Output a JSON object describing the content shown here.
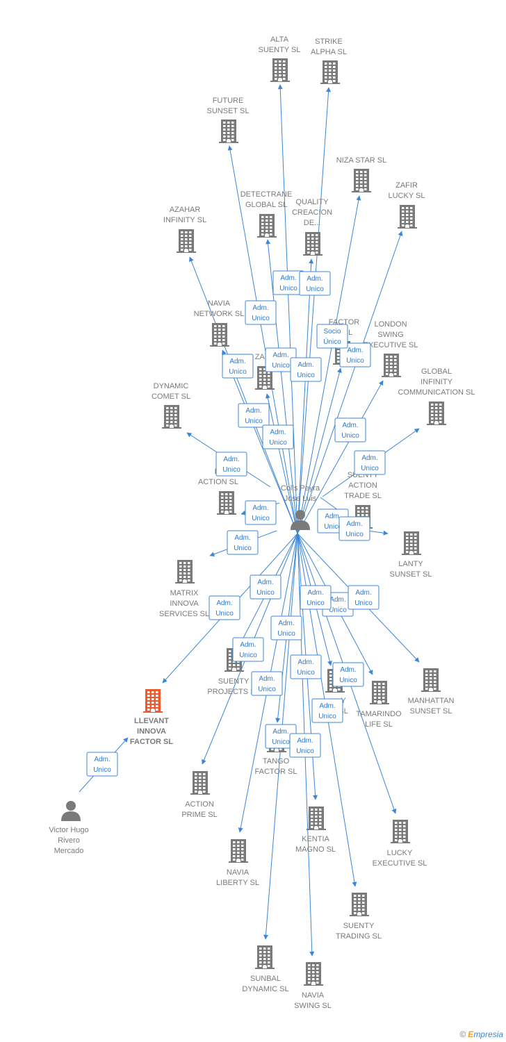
{
  "colors": {
    "edge": "#3b86d8",
    "node": "#7a7a7a",
    "focus": "#f05a2a",
    "role_text": "#2d7ad4"
  },
  "persons": [
    {
      "id": "colls",
      "lines": [
        "Colls Peyra",
        "Jose Luis"
      ]
    },
    {
      "id": "victor",
      "lines": [
        "Victor Hugo",
        "Rivero",
        "Mercado"
      ]
    }
  ],
  "companies": [
    {
      "id": "alta_suenty",
      "lines": [
        "ALTA",
        "SUENTY SL"
      ]
    },
    {
      "id": "strike_alpha",
      "lines": [
        "STRIKE",
        "ALPHA SL"
      ]
    },
    {
      "id": "future_sunset",
      "lines": [
        "FUTURE",
        "SUNSET SL"
      ]
    },
    {
      "id": "niza_star",
      "lines": [
        "NIZA STAR SL"
      ]
    },
    {
      "id": "zafir_lucky",
      "lines": [
        "ZAFIR",
        "LUCKY SL"
      ]
    },
    {
      "id": "detectrane",
      "lines": [
        "DETECTRANE",
        "GLOBAL  SL"
      ]
    },
    {
      "id": "quality",
      "lines": [
        "QUALITY",
        "CREACION",
        "DE..."
      ]
    },
    {
      "id": "azahar",
      "lines": [
        "AZAHAR",
        "INFINITY SL"
      ]
    },
    {
      "id": "navia_network",
      "lines": [
        "NAVIA",
        "NETWORK SL"
      ]
    },
    {
      "id": "factor",
      "lines": [
        "FACTOR",
        "N SL"
      ]
    },
    {
      "id": "london_swing",
      "lines": [
        "LONDON",
        "SWING",
        "EXECUTIVE SL"
      ]
    },
    {
      "id": "niza_za",
      "lines": [
        "NIZA ZA"
      ]
    },
    {
      "id": "dynamic_comet",
      "lines": [
        "DYNAMIC",
        "COMET SL"
      ]
    },
    {
      "id": "global_infinity",
      "lines": [
        "GLOBAL",
        "INFINITY",
        "COMMUNICATION SL"
      ]
    },
    {
      "id": "in_action",
      "lines": [
        "IN",
        "ACTION SL"
      ]
    },
    {
      "id": "suenty_action",
      "lines": [
        "SUENTY",
        "ACTION",
        "TRADE SL"
      ]
    },
    {
      "id": "lanty",
      "lines": [
        "LANTY",
        "SUNSET SL"
      ]
    },
    {
      "id": "matrix",
      "lines": [
        "MATRIX",
        "INNOVA",
        "SERVICES SL"
      ]
    },
    {
      "id": "llevant",
      "lines": [
        "LLEVANT",
        "INNOVA",
        "FACTOR  SL"
      ],
      "focus": true
    },
    {
      "id": "suenty_projects",
      "lines": [
        "SUENTY",
        "PROJECTS SL"
      ]
    },
    {
      "id": "y_sl",
      "lines": [
        "Y",
        "SL"
      ]
    },
    {
      "id": "tamarindo",
      "lines": [
        "TAMARINDO",
        "LIFE SL"
      ]
    },
    {
      "id": "manhattan",
      "lines": [
        "MANHATTAN",
        "SUNSET SL"
      ]
    },
    {
      "id": "tango",
      "lines": [
        "TANGO",
        "FACTOR SL"
      ]
    },
    {
      "id": "action_prime",
      "lines": [
        "ACTION",
        "PRIME SL"
      ]
    },
    {
      "id": "kentia",
      "lines": [
        "KENTIA",
        "MAGNO SL"
      ]
    },
    {
      "id": "lucky_exec",
      "lines": [
        "LUCKY",
        "EXECUTIVE SL"
      ]
    },
    {
      "id": "navia_liberty",
      "lines": [
        "NAVIA",
        "LIBERTY SL"
      ]
    },
    {
      "id": "suenty_trading",
      "lines": [
        "SUENTY",
        "TRADING SL"
      ]
    },
    {
      "id": "sunbal",
      "lines": [
        "SUNBAL",
        "DYNAMIC SL"
      ]
    },
    {
      "id": "navia_swing",
      "lines": [
        "NAVIA",
        "SWING SL"
      ]
    }
  ],
  "relations": [
    {
      "from": "colls",
      "to": "alta_suenty",
      "role": [
        "Adm.",
        "Unico"
      ]
    },
    {
      "from": "colls",
      "to": "strike_alpha",
      "role": [
        "Adm.",
        "Unico"
      ]
    },
    {
      "from": "colls",
      "to": "future_sunset",
      "role": [
        "Adm.",
        "Unico"
      ]
    },
    {
      "from": "colls",
      "to": "niza_star",
      "role": [
        "Adm.",
        "Unico"
      ]
    },
    {
      "from": "colls",
      "to": "zafir_lucky",
      "role": [
        "Adm.",
        "Unico"
      ]
    },
    {
      "from": "colls",
      "to": "detectrane",
      "role": [
        "Adm.",
        "Unico"
      ]
    },
    {
      "from": "colls",
      "to": "quality",
      "role": [
        "Adm.",
        "Unico"
      ]
    },
    {
      "from": "colls",
      "to": "azahar",
      "role": [
        "Adm.",
        "Unico"
      ]
    },
    {
      "from": "colls",
      "to": "navia_network",
      "role": [
        "Adm.",
        "Unico"
      ]
    },
    {
      "from": "colls",
      "to": "factor",
      "role": [
        "Socio",
        "Único"
      ]
    },
    {
      "from": "colls",
      "to": "london_swing",
      "role": [
        "Adm.",
        "Unico"
      ]
    },
    {
      "from": "colls",
      "to": "niza_za",
      "role": [
        "Adm.",
        "Unico"
      ]
    },
    {
      "from": "colls",
      "to": "dynamic_comet",
      "role": [
        "Adm.",
        "Unico"
      ]
    },
    {
      "from": "colls",
      "to": "global_infinity",
      "role": [
        "Adm.",
        "Unico"
      ]
    },
    {
      "from": "colls",
      "to": "in_action",
      "role": [
        "Adm.",
        "Unico"
      ]
    },
    {
      "from": "colls",
      "to": "suenty_action",
      "role": [
        "Adm.",
        "Unico"
      ]
    },
    {
      "from": "colls",
      "to": "lanty",
      "role": [
        "Adm.",
        "Unico"
      ]
    },
    {
      "from": "colls",
      "to": "matrix",
      "role": [
        "Adm.",
        "Unico"
      ]
    },
    {
      "from": "colls",
      "to": "llevant",
      "role": [
        "Adm.",
        "Unico"
      ]
    },
    {
      "from": "colls",
      "to": "suenty_projects",
      "role": [
        "Adm.",
        "Unico"
      ]
    },
    {
      "from": "colls",
      "to": "y_sl",
      "role": [
        "Adm.",
        "Unico"
      ]
    },
    {
      "from": "colls",
      "to": "tamarindo",
      "role": [
        "Adm.",
        "Unico"
      ]
    },
    {
      "from": "colls",
      "to": "manhattan",
      "role": [
        "Adm.",
        "Unico"
      ]
    },
    {
      "from": "colls",
      "to": "tango",
      "role": [
        "Adm.",
        "Unico"
      ]
    },
    {
      "from": "colls",
      "to": "action_prime",
      "role": [
        "Adm.",
        "Unico"
      ]
    },
    {
      "from": "colls",
      "to": "kentia",
      "role": [
        "Adm.",
        "Unico"
      ]
    },
    {
      "from": "colls",
      "to": "lucky_exec",
      "role": [
        "Adm.",
        "Unico"
      ]
    },
    {
      "from": "colls",
      "to": "navia_liberty",
      "role": [
        "Adm.",
        "Unico"
      ]
    },
    {
      "from": "colls",
      "to": "suenty_trading",
      "role": [
        "Adm.",
        "Unico"
      ]
    },
    {
      "from": "colls",
      "to": "sunbal",
      "role": [
        "Adm.",
        "Unico"
      ]
    },
    {
      "from": "colls",
      "to": "navia_swing",
      "role": [
        "Adm.",
        "Unico"
      ]
    },
    {
      "from": "victor",
      "to": "llevant",
      "role": [
        "Adm.",
        "Unico"
      ]
    }
  ],
  "brand": {
    "copyright": "©",
    "initial": "E",
    "rest": "mpresia"
  }
}
